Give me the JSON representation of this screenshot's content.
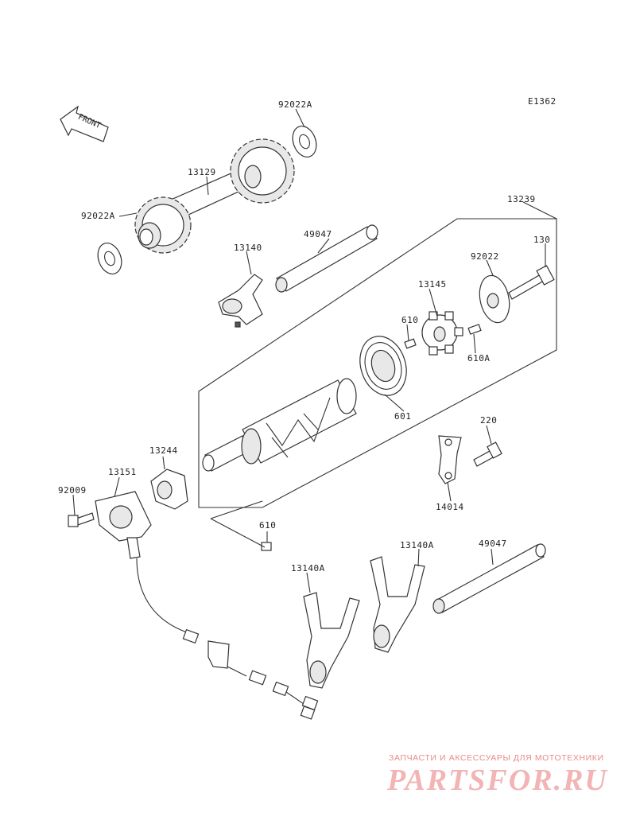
{
  "diagram": {
    "code": "E1362",
    "front_label": "FRONT",
    "part_numbers": {
      "p92022A_top": "92022A",
      "p13129": "13129",
      "p92022A_left": "92022A",
      "p13239": "13239",
      "p49047_top": "49047",
      "p13140": "13140",
      "p130": "130",
      "p92022": "92022",
      "p13145": "13145",
      "p610_top": "610",
      "p610A": "610A",
      "p601": "601",
      "p220": "220",
      "p14014": "14014",
      "p13244": "13244",
      "p13151": "13151",
      "p92009": "92009",
      "p610_bottom": "610",
      "p13140A_left": "13140A",
      "p13140A_right": "13140A",
      "p49047_bottom": "49047"
    }
  },
  "watermark": {
    "tagline": "ЗАПЧАСТИ И АКСЕССУАРЫ ДЛЯ МОТОТЕХНИКИ",
    "brand": "PARTSFOR.RU",
    "color": "#e88a8a"
  }
}
